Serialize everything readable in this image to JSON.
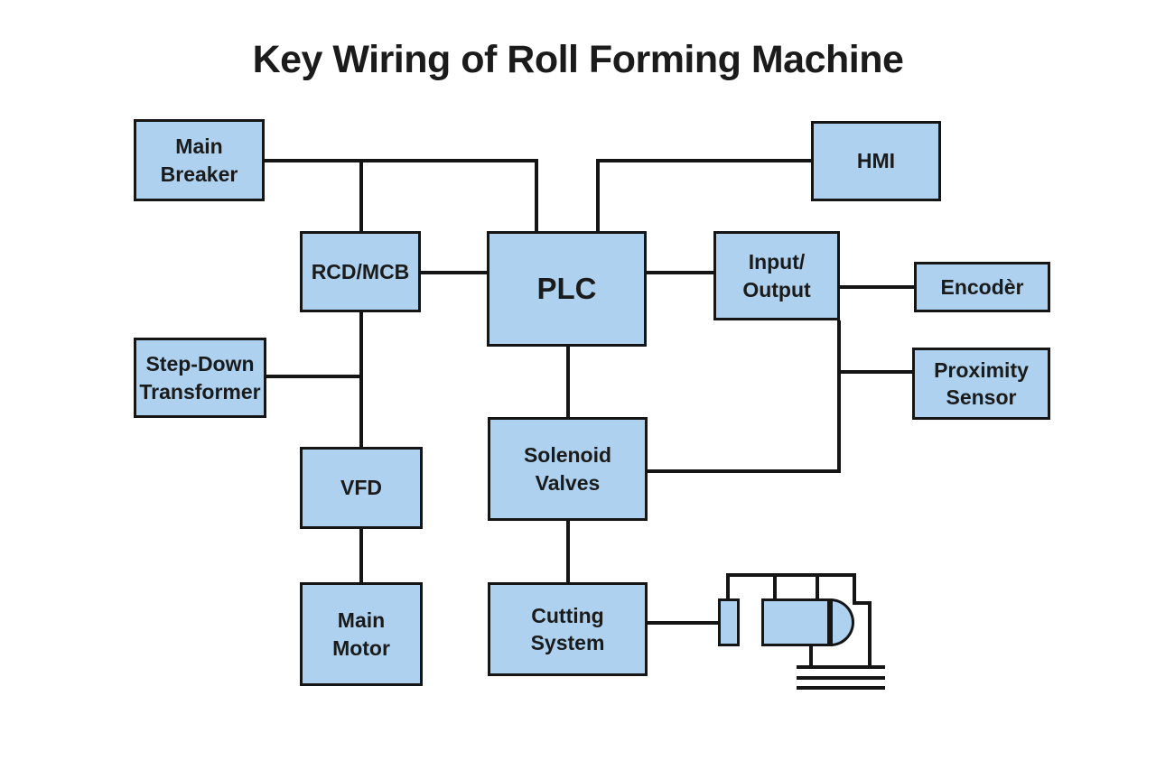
{
  "title": "Key Wiring of Roll Forming Machine",
  "colors": {
    "node_fill": "#add1ee",
    "node_border": "#151515",
    "wire": "#151515",
    "text": "#1b1b1b",
    "background": "#ffffff"
  },
  "nodes": {
    "main_breaker": {
      "label": "Main\nBreaker"
    },
    "hmi": {
      "label": "HMI"
    },
    "rcd_mcb": {
      "label": "RCD/MCB"
    },
    "plc": {
      "label": "PLC"
    },
    "input_output": {
      "label": "Input/\nOutput"
    },
    "encoder": {
      "label": "Encodèr"
    },
    "step_down_transformer": {
      "label": "Step-Down\nTransformer"
    },
    "proximity_sensor": {
      "label": "Proximity\nSensor"
    },
    "vfd": {
      "label": "VFD"
    },
    "solenoid_valves": {
      "label": "Solenoid\nValves"
    },
    "main_motor": {
      "label": "Main\nMotor"
    },
    "cutting_system": {
      "label": "Cutting\nSystem"
    }
  },
  "edges": [
    {
      "from": "main_breaker",
      "to": "plc"
    },
    {
      "from": "main_breaker",
      "to": "rcd_mcb"
    },
    {
      "from": "hmi",
      "to": "plc"
    },
    {
      "from": "rcd_mcb",
      "to": "plc"
    },
    {
      "from": "rcd_mcb",
      "to": "vfd"
    },
    {
      "from": "step_down_transformer",
      "to": "rcd_mcb_vfd_wire"
    },
    {
      "from": "vfd",
      "to": "main_motor"
    },
    {
      "from": "plc",
      "to": "input_output"
    },
    {
      "from": "plc",
      "to": "solenoid_valves"
    },
    {
      "from": "input_output",
      "to": "encoder"
    },
    {
      "from": "input_output",
      "to": "proximity_sensor"
    },
    {
      "from": "input_output",
      "to": "solenoid_valves"
    },
    {
      "from": "solenoid_valves",
      "to": "cutting_system"
    },
    {
      "from": "cutting_system",
      "to": "motor-ground-symbol"
    }
  ]
}
